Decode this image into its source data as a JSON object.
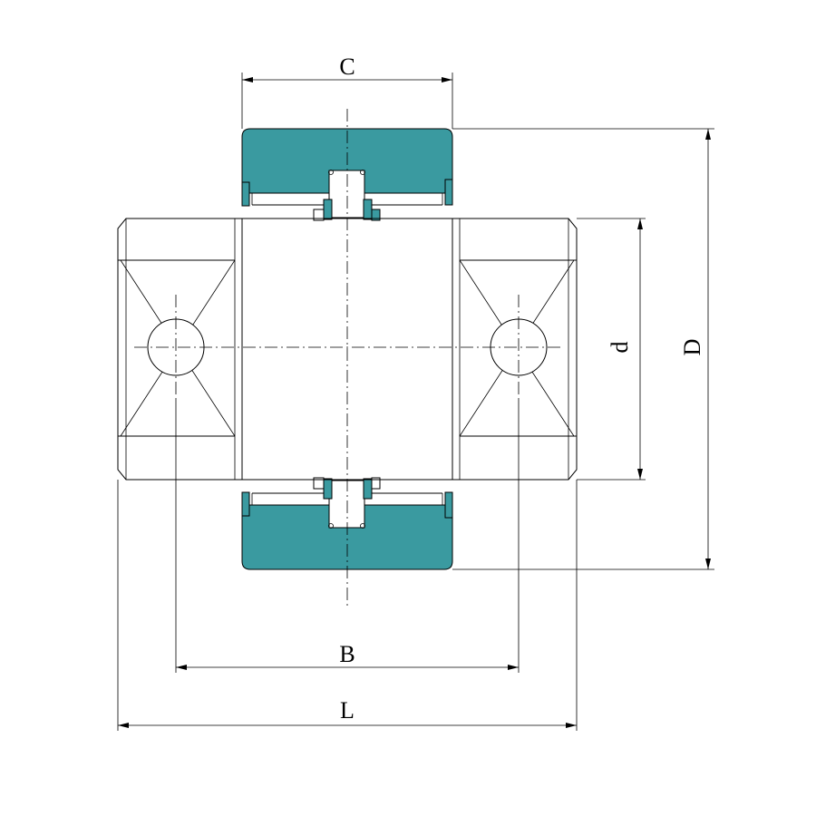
{
  "labels": {
    "c": "C",
    "b": "B",
    "l": "L",
    "d": "d",
    "D": "D"
  },
  "colors": {
    "fill": "#3a9aa0",
    "line": "#000000",
    "background": "#ffffff"
  }
}
